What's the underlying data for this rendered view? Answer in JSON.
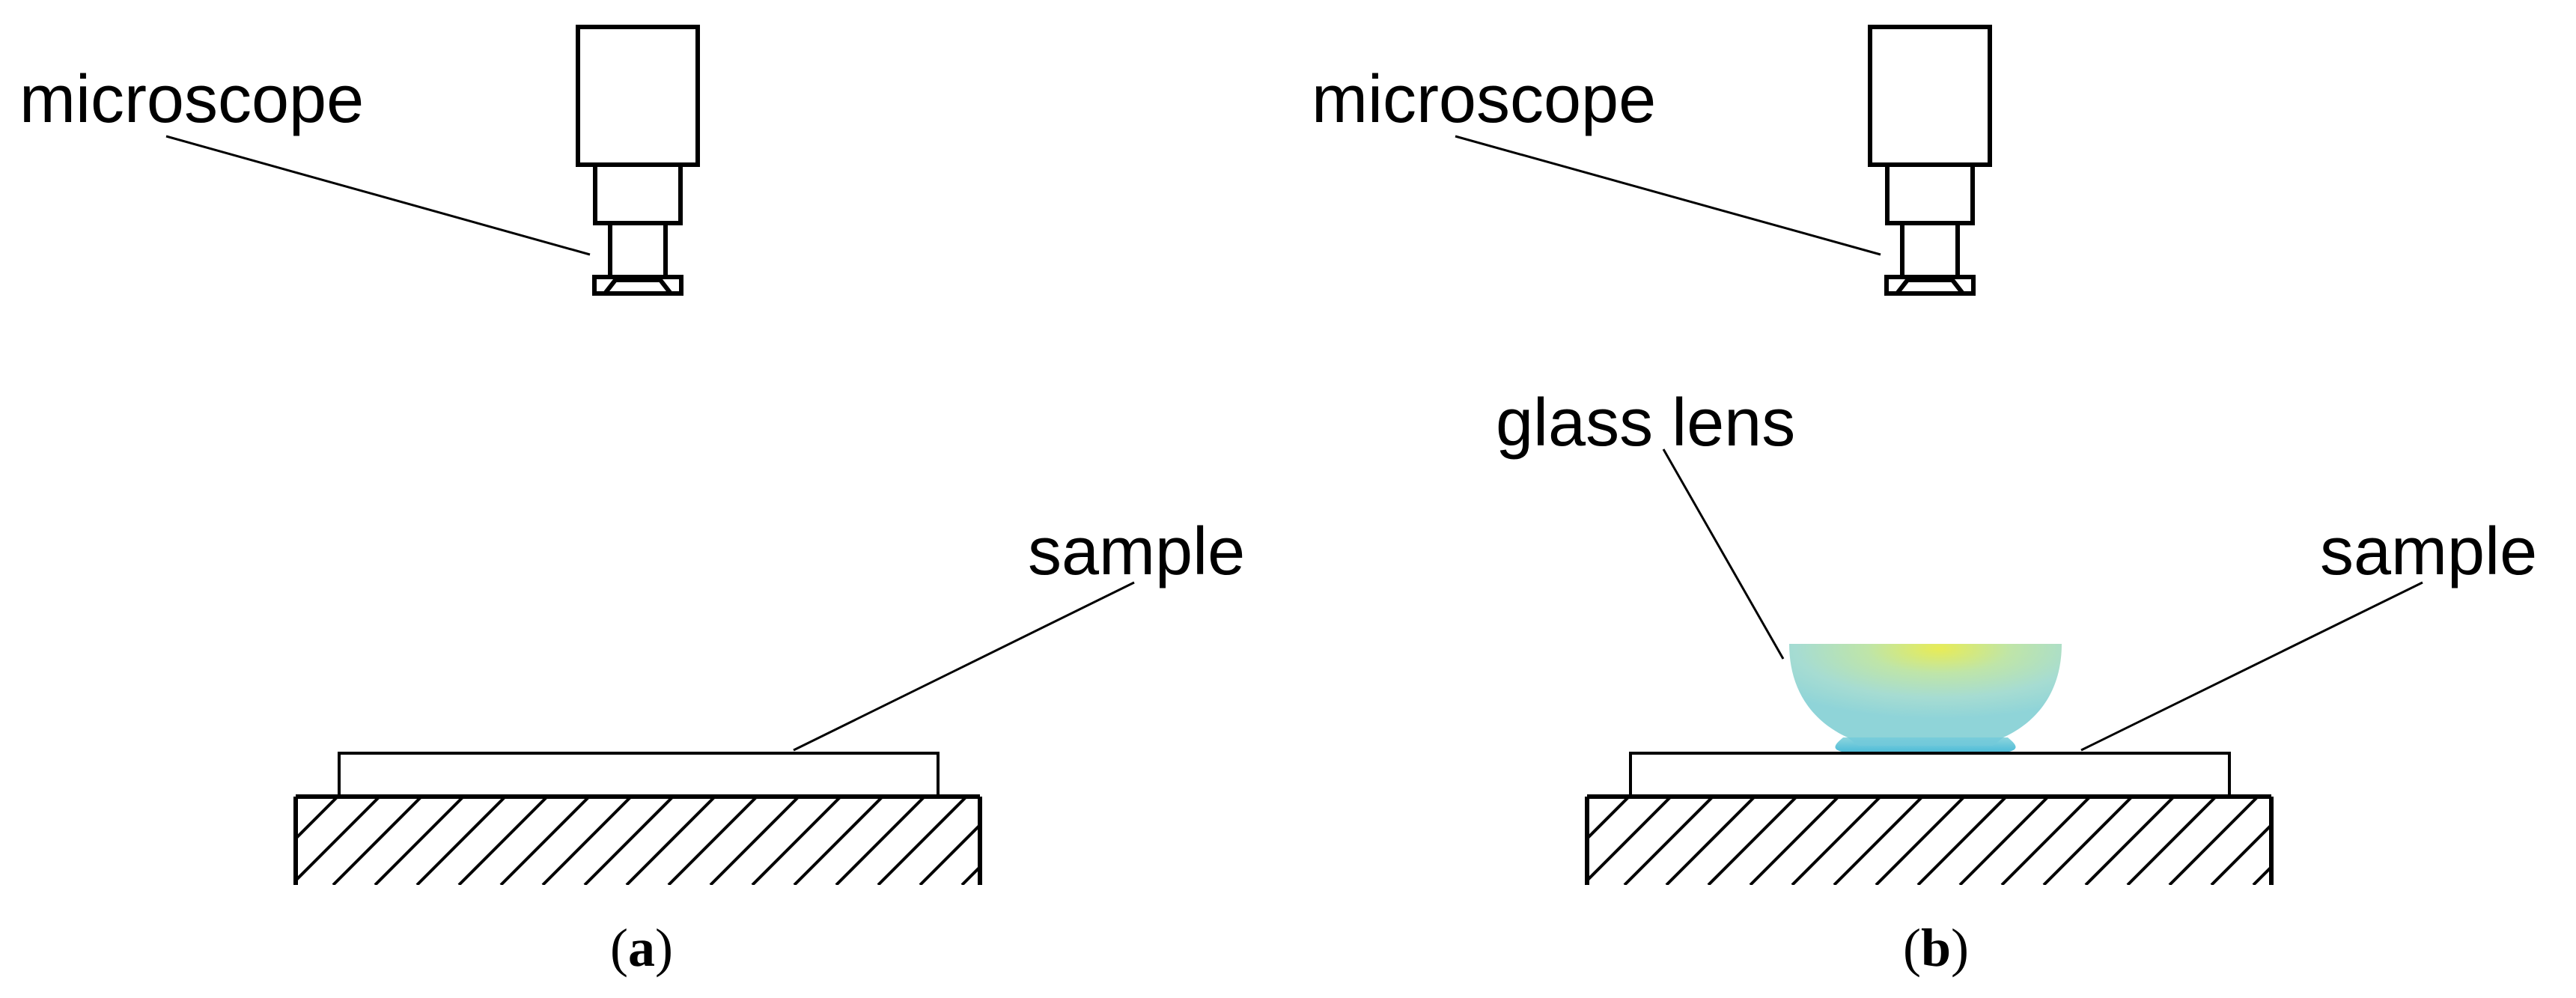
{
  "panels": [
    {
      "id": "a",
      "labels": {
        "microscope": "microscope",
        "sample": "sample"
      },
      "caption": {
        "open": "(",
        "letter": "a",
        "close": ")"
      }
    },
    {
      "id": "b",
      "labels": {
        "microscope": "microscope",
        "glass_lens": "glass lens",
        "sample": "sample"
      },
      "caption": {
        "open": "(",
        "letter": "b",
        "close": ")"
      }
    }
  ],
  "colors": {
    "line": "#000000",
    "lens_top": "#e8ec56",
    "lens_body": "#a6dcd2",
    "lens_base": "#5ec4dc"
  }
}
